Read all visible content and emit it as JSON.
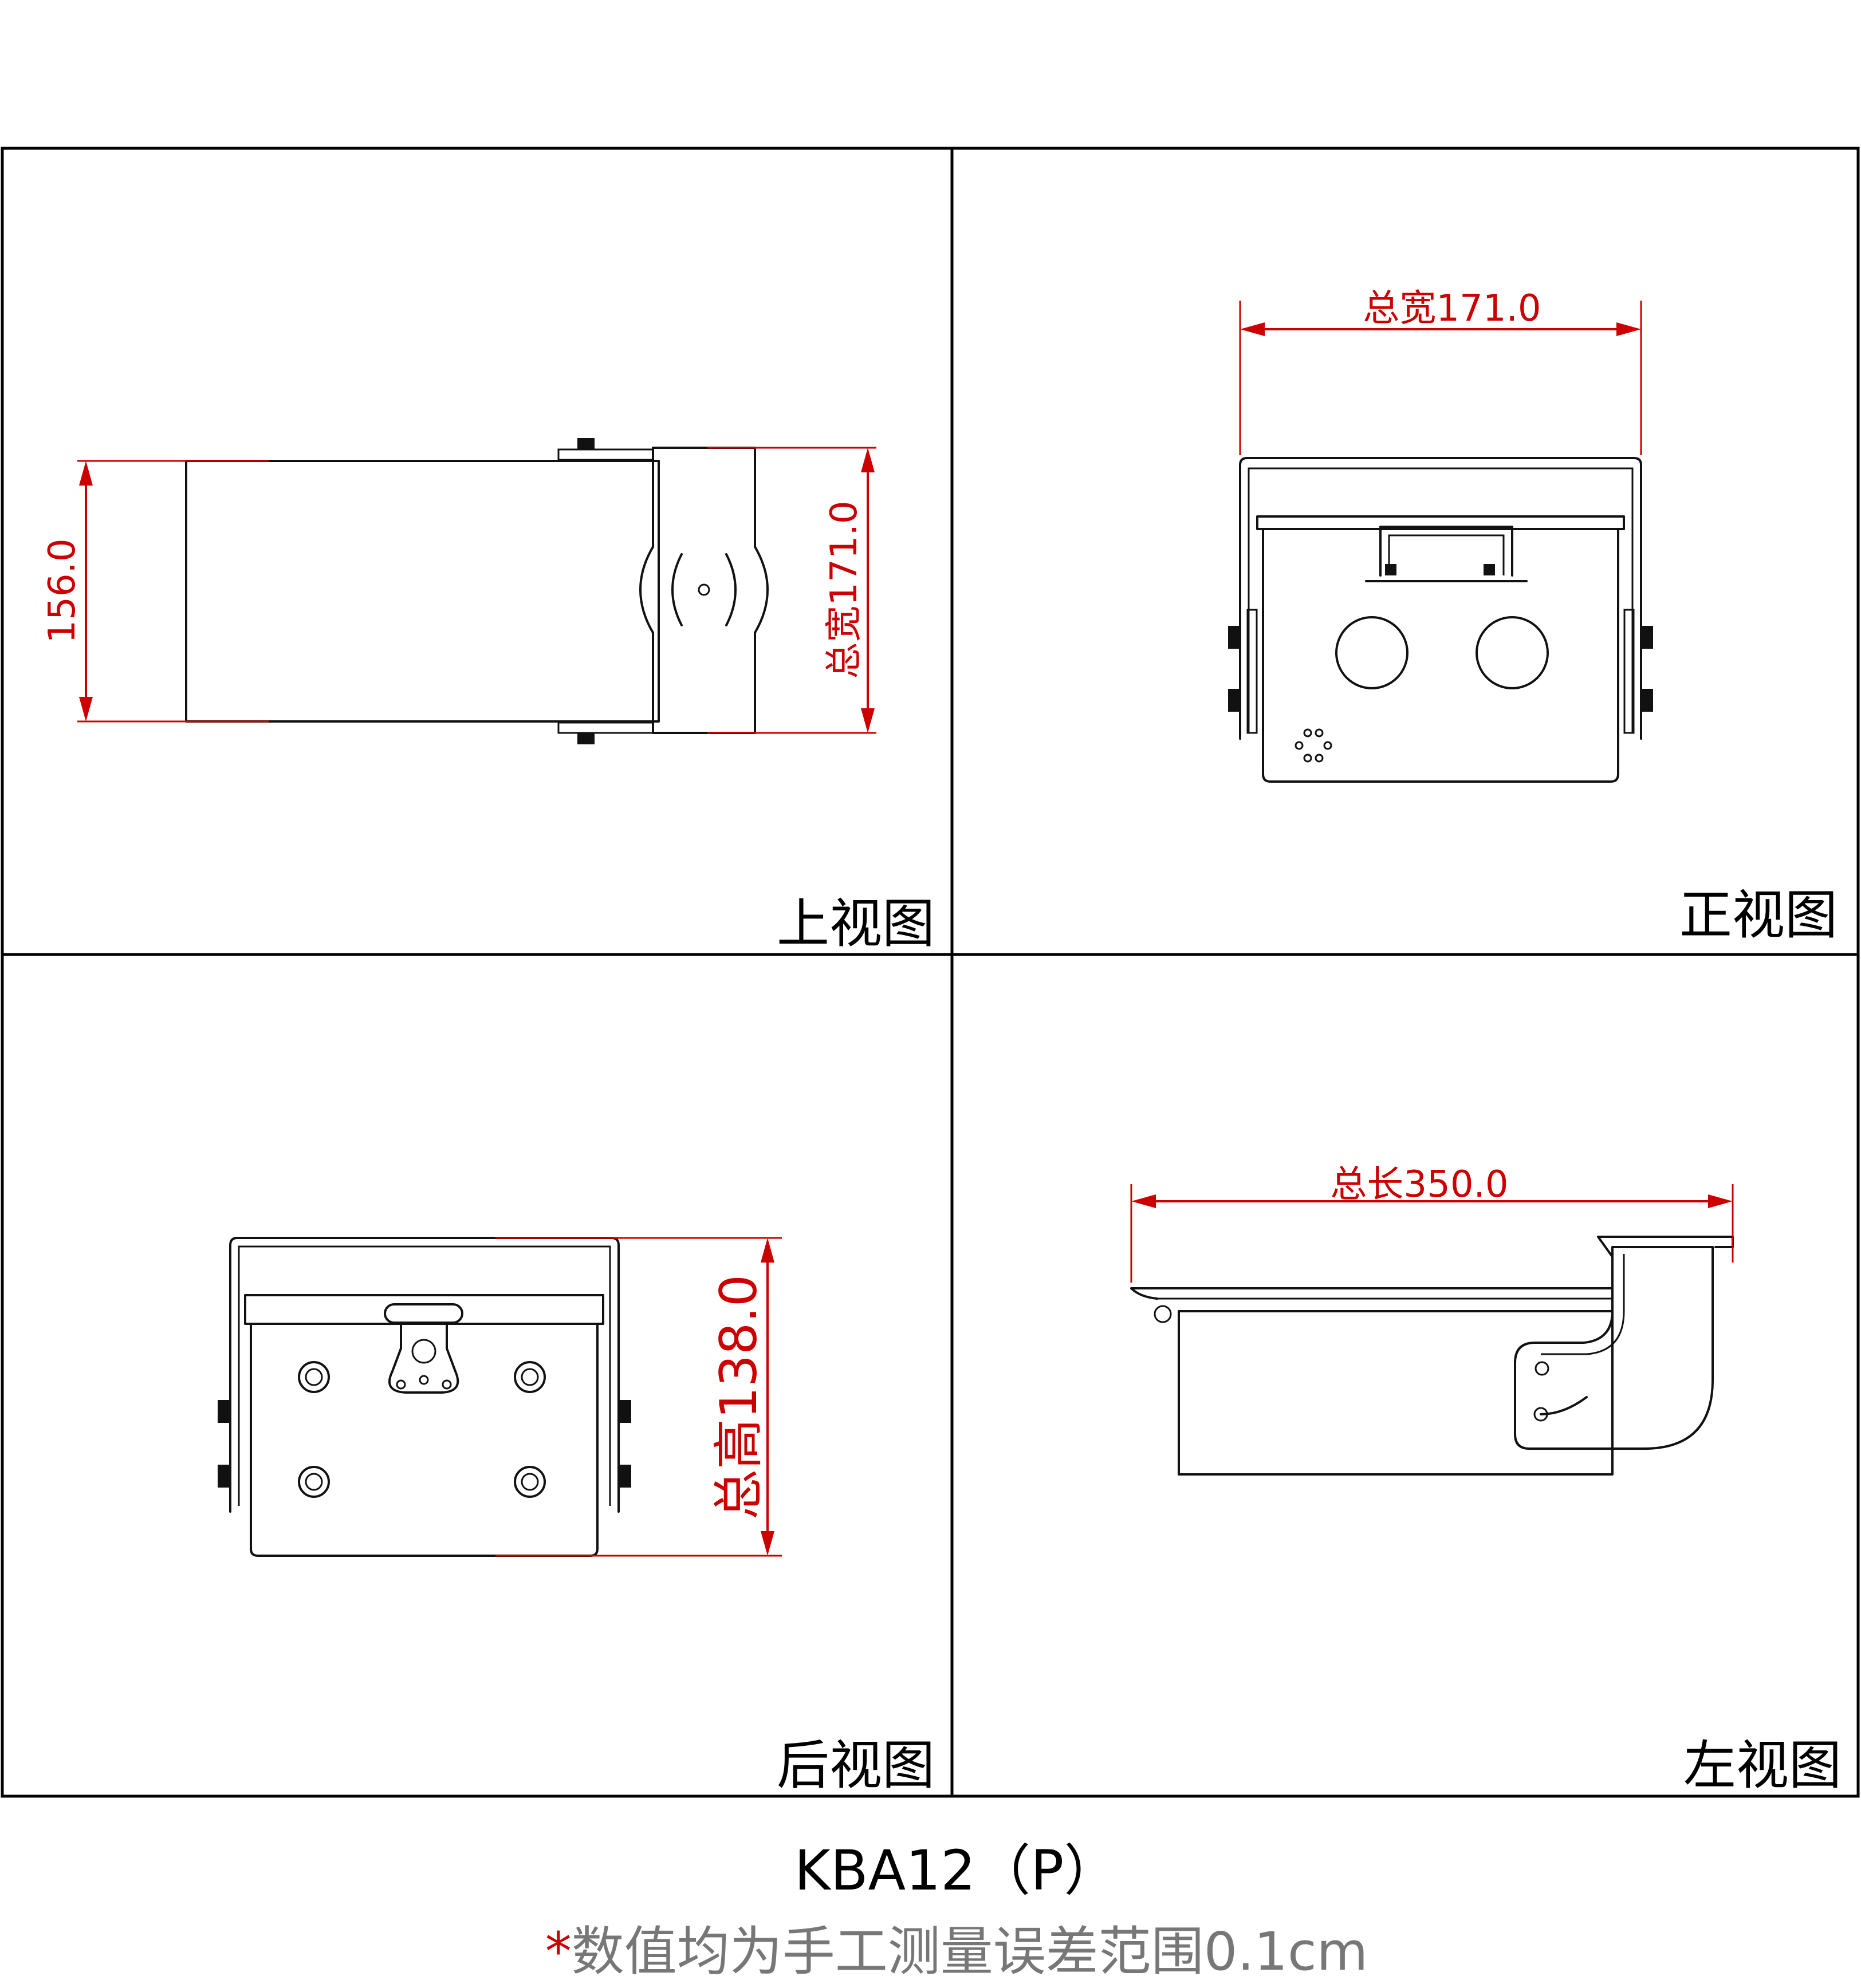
{
  "title": {
    "model": "KBA12（P）",
    "note_marker": "*",
    "note": "数值均为手工测量误差范围0.1cm"
  },
  "colors": {
    "dimension": "#cc0000",
    "line": "#111111",
    "frame": "#000000",
    "note_text": "#777777"
  },
  "views": {
    "top": {
      "label": "上视图",
      "dim_height": "156.0",
      "dim_width": "总宽171.0"
    },
    "front": {
      "label": "正视图",
      "dim_width": "总宽171.0"
    },
    "back": {
      "label": "后视图",
      "dim_height": "总高138.0"
    },
    "left": {
      "label": "左视图",
      "dim_length": "总长350.0"
    }
  }
}
